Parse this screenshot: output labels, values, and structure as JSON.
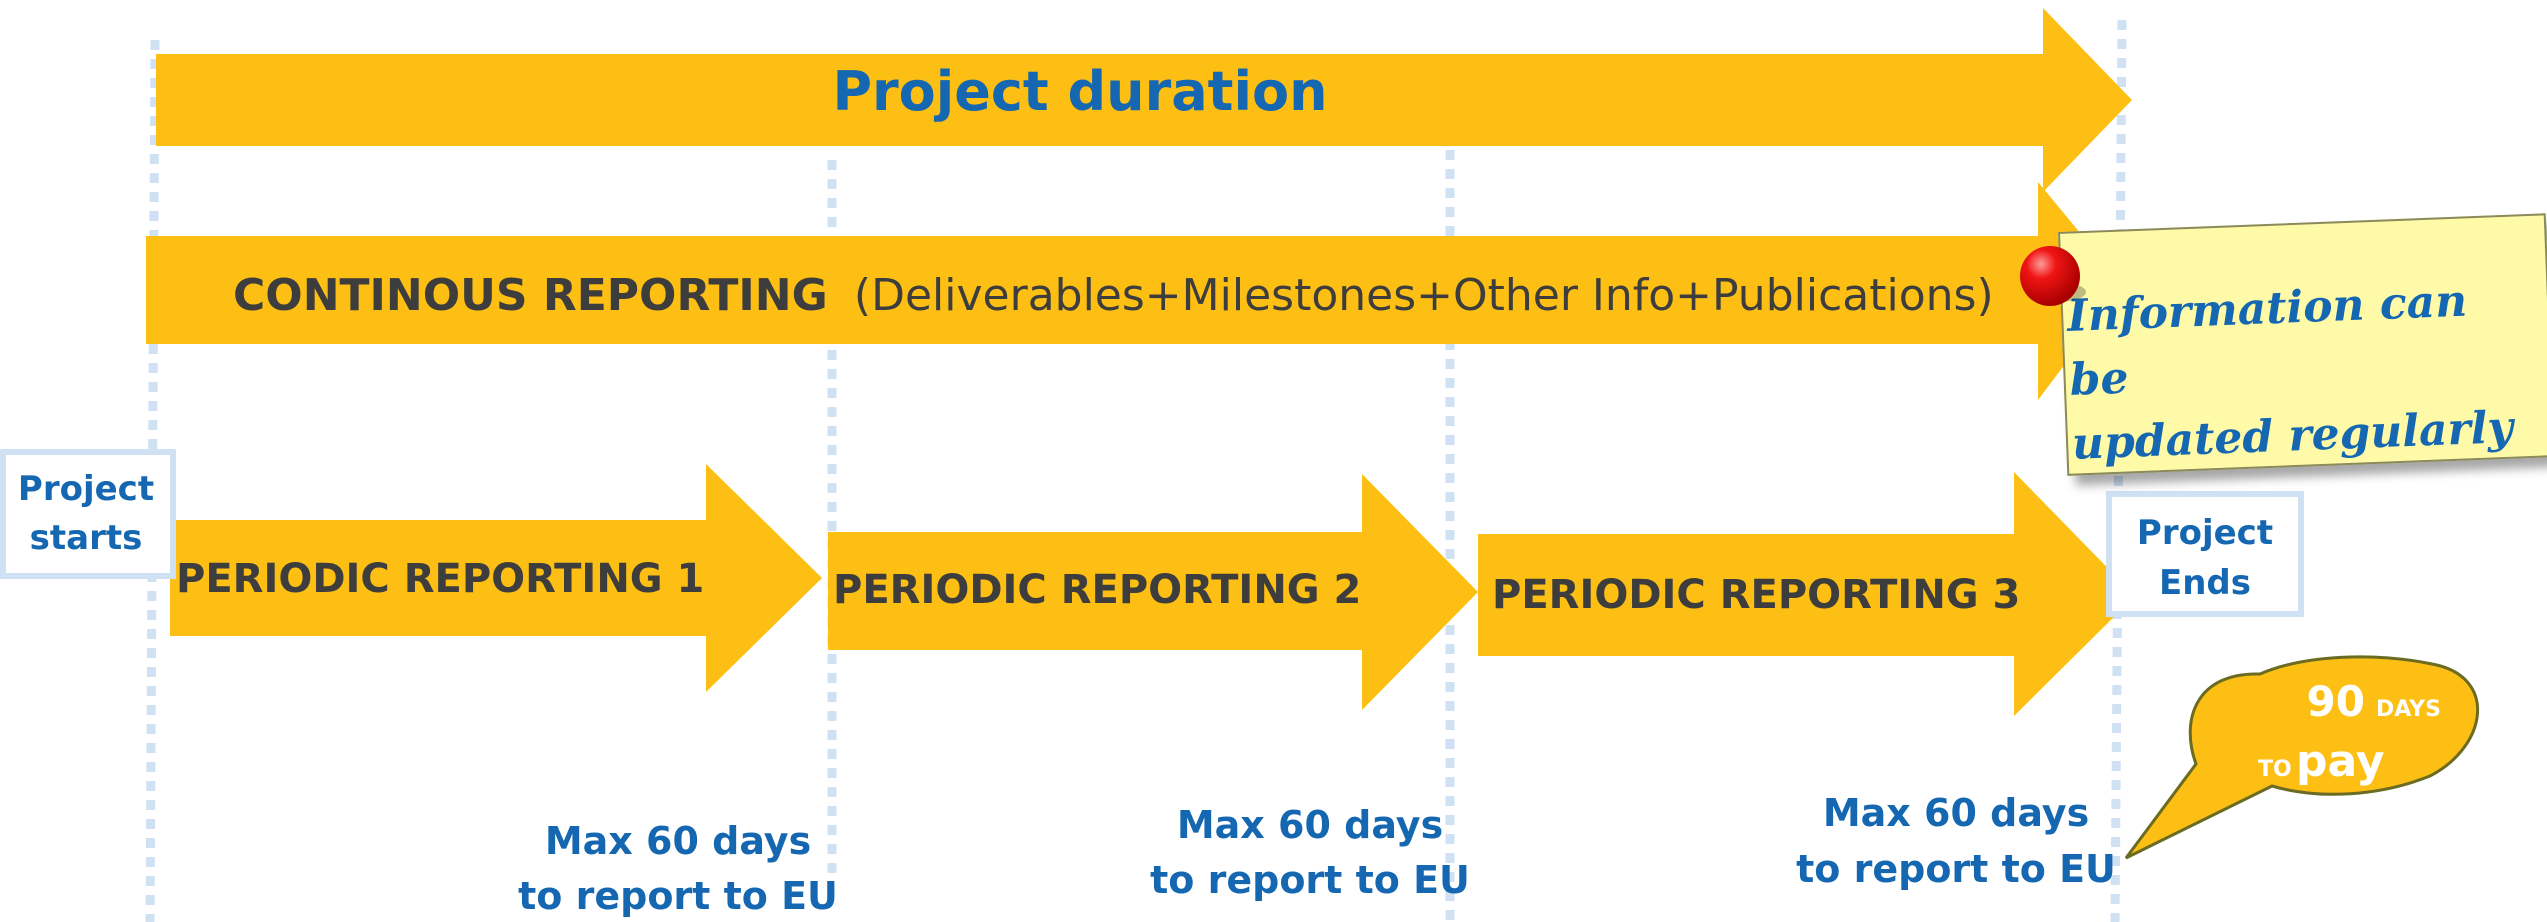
{
  "duration_arrow": {
    "label": "Project duration"
  },
  "continuous_arrow": {
    "label_bold": "CONTINOUS REPORTING",
    "label_rest": "(Deliverables+Milestones+Other Info+Publications)"
  },
  "periodic": [
    {
      "label": "PERIODIC REPORTING 1"
    },
    {
      "label": "PERIODIC REPORTING 2"
    },
    {
      "label": "PERIODIC REPORTING 3"
    }
  ],
  "start_box": {
    "line1": "Project",
    "line2": "starts"
  },
  "end_box": {
    "line1": "Project",
    "line2": "Ends"
  },
  "note": {
    "line1": "Information can be",
    "line2": "updated regularly"
  },
  "deadlines": [
    {
      "line1": "Max 60 days",
      "line2": "to report to EU"
    },
    {
      "line1": "Max 60 days",
      "line2": "to report to EU"
    },
    {
      "line1": "Max 60 days",
      "line2": "to report to EU"
    }
  ],
  "callout": {
    "number": "90",
    "days": "DAYS",
    "to": "TO",
    "pay": "pay"
  },
  "colors": {
    "arrow": "#fdbf13",
    "text_blue": "#1467b0",
    "text_dark": "#3d3d3d",
    "note_bg": "#fffaa8",
    "pin": "#e8000e",
    "gridline": "#cfe1f3"
  }
}
